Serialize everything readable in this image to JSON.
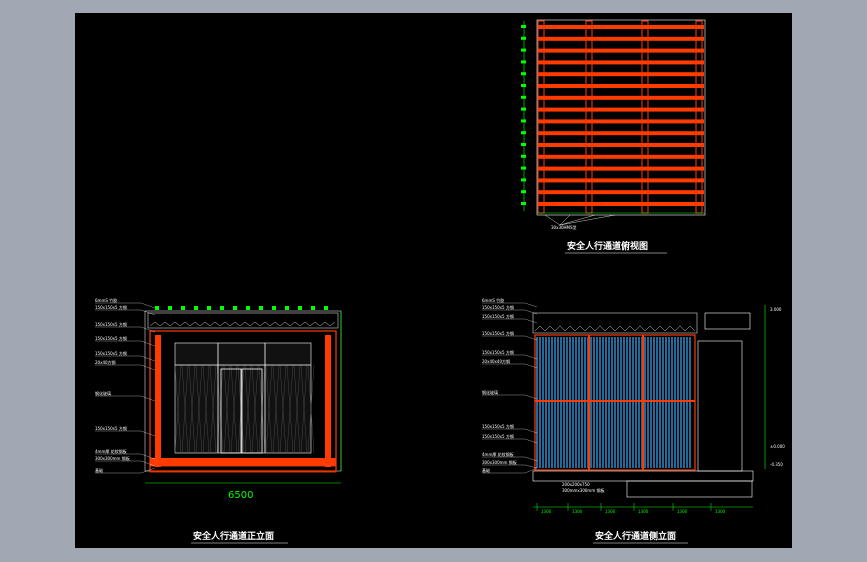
{
  "colors": {
    "background": "#000000",
    "frame": "#a1a8b3",
    "steel": "#ff3b00",
    "glass": "#3ab0ff",
    "dimension": "#00ff00",
    "text": "#ffffff"
  },
  "views": {
    "top": {
      "title": "安全人行通道俯视图",
      "note": "30x30HMS型"
    },
    "front": {
      "title": "安全人行通道正立面",
      "overall_dimension": "6500",
      "labels": [
        "6mmS 竹胶",
        "150x150x5 方钢",
        "150x150x5 方钢",
        "150x150x5 方钢",
        "150x150x5 方钢",
        "20x40方钢",
        "钢化玻璃",
        "150x150x5 方钢",
        "4mm厚 花纹钢板",
        "300x300mm 钢板",
        "基础"
      ]
    },
    "side": {
      "title": "安全人行通道侧立面",
      "labels": [
        "6mmS 竹胶",
        "150x150x5 方钢",
        "150x150x5 方钢",
        "150x150x5 方钢",
        "150x150x5 方钢",
        "20x40x40方钢",
        "钢化玻璃",
        "150x150x5 方钢",
        "150x150x5 方钢",
        "4mm厚 花纹钢板",
        "300x300mm 钢板",
        "基础"
      ],
      "base_note_1": "200x200x750",
      "base_note_2": "300mmx300mm 钢板",
      "bottom_dims": [
        "1300",
        "1300",
        "1300",
        "1300",
        "1300",
        "1300"
      ],
      "elev_labels": [
        "3.000",
        "±0.000",
        "-0.350"
      ]
    }
  }
}
